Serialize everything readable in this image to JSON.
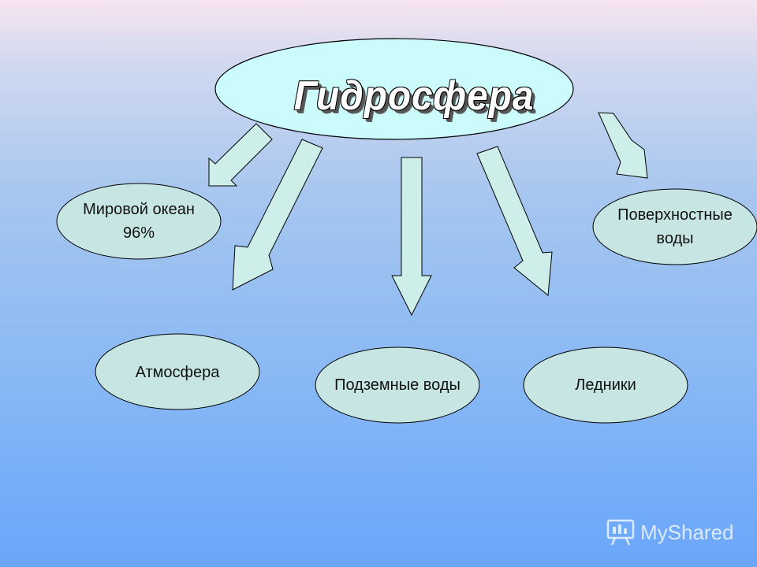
{
  "title": "Гидросфера",
  "nodes": {
    "ocean": {
      "line1": "Мировой океан",
      "line2": "96%"
    },
    "surface": {
      "line1": "Поверхностные",
      "line2": "воды"
    },
    "atmosphere": {
      "label": "Атмосфера"
    },
    "underground": {
      "label": "Подземные воды"
    },
    "glaciers": {
      "label": "Ледники"
    }
  },
  "watermark": {
    "text": "MyShared",
    "icon": "presentation-board-icon"
  },
  "colors": {
    "center_fill": "#ccfbfb",
    "node_fill": "#c7e6e3",
    "arrow_fill": "#cdeee9",
    "stroke": "#000000"
  }
}
